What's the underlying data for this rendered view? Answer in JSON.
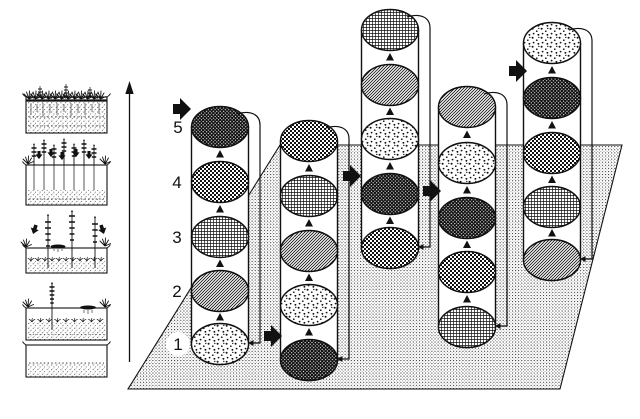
{
  "colors": {
    "ink": "#111111",
    "paper": "#ffffff"
  },
  "levels": [
    {
      "label": "1",
      "pattern": "sparse-stipple-dots"
    },
    {
      "label": "2",
      "pattern": "fine-diagonal-hatch"
    },
    {
      "label": "3",
      "pattern": "square-grid-crosshatch"
    },
    {
      "label": "4",
      "pattern": "checkerboard-halftone"
    },
    {
      "label": "5",
      "pattern": "dark-halftone-white-dots"
    }
  ],
  "columns": [
    {
      "name": "column-1",
      "stack_bottom_to_top": [
        "1",
        "2",
        "3",
        "4",
        "5"
      ],
      "feedback_loop": "top-right-down-to-bottom"
    },
    {
      "name": "column-2",
      "stack_bottom_to_top": [
        "5",
        "1",
        "2",
        "3",
        "4"
      ],
      "feedback_loop": "top-right-down-to-bottom"
    },
    {
      "name": "column-3",
      "stack_bottom_to_top": [
        "4",
        "5",
        "1",
        "2",
        "3"
      ],
      "feedback_loop": "top-right-down-to-bottom"
    },
    {
      "name": "column-4",
      "stack_bottom_to_top": [
        "3",
        "4",
        "5",
        "1",
        "2"
      ],
      "feedback_loop": "top-right-down-to-bottom"
    },
    {
      "name": "column-5",
      "stack_bottom_to_top": [
        "2",
        "3",
        "4",
        "5",
        "1"
      ],
      "feedback_loop": "top-right-down-to-bottom"
    }
  ],
  "transition_arrows": [
    "into-column-1-at-dark-level",
    "column-1-to-column-2-at-dark-level",
    "column-2-to-column-3-at-dark-level",
    "column-3-to-column-4-at-dark-level",
    "column-4-to-column-5-at-dark-level"
  ],
  "between_level_markers": "small-upward-triangles",
  "ground_plane": {
    "shape": "perspective-parallelogram",
    "texture": "light-dot-stipple"
  },
  "succession_panel": {
    "direction_arrow": "upward",
    "stages_bottom_to_top": [
      "empty-basin-with-dotted-sediment-line",
      "single-emergent-plant-floating-mat-submerged-sprouts",
      "three-emergent-plants-floating-mat-two-down-arrows",
      "dense-emergent-plants-with-down-arrows",
      "closed-vegetation-mat-with-fine-roots"
    ]
  }
}
